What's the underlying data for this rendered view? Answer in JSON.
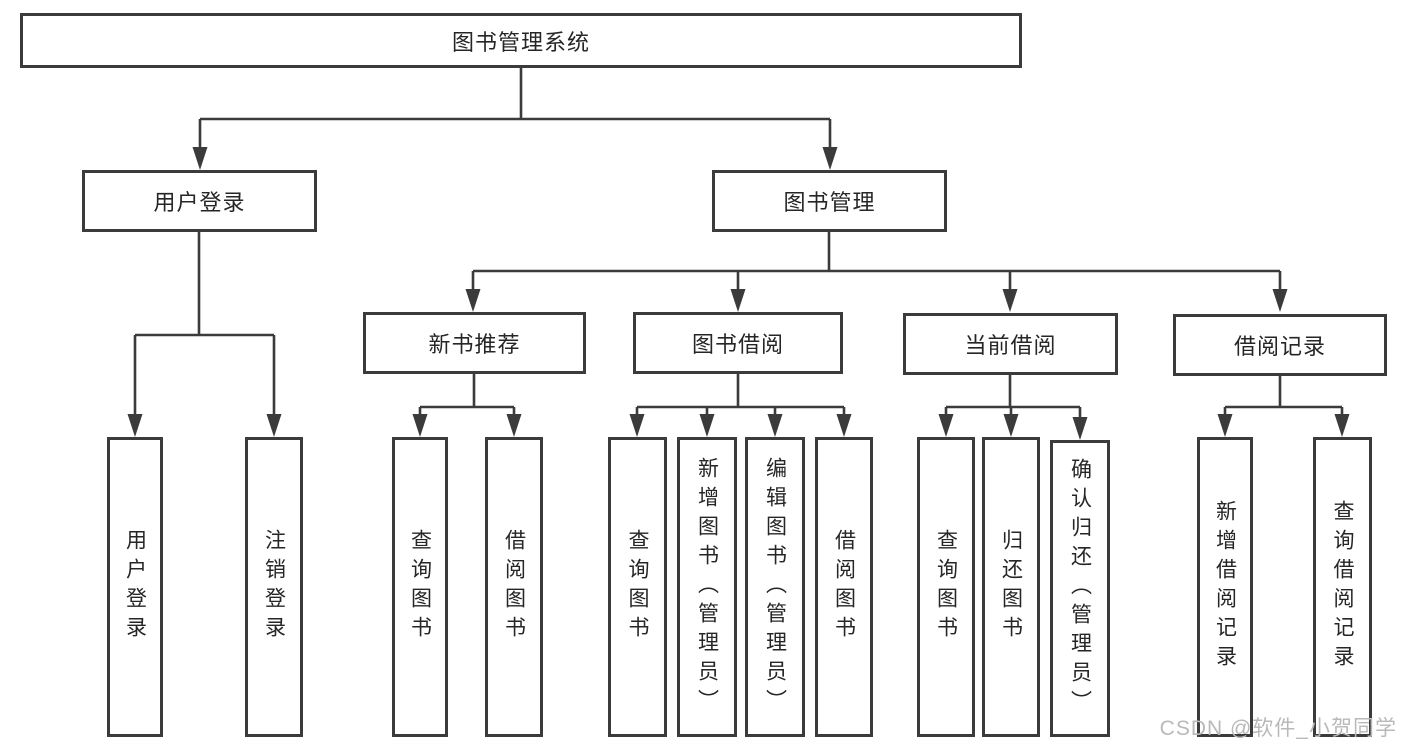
{
  "diagram": {
    "root": "图书管理系统",
    "level2": {
      "user_login": "用户登录",
      "book_mgmt": "图书管理"
    },
    "user_login_children": {
      "login": "用户登录",
      "logout": "注销登录"
    },
    "book_mgmt_children": {
      "new_rec": "新书推荐",
      "borrow": "图书借阅",
      "current": "当前借阅",
      "record": "借阅记录"
    },
    "new_rec_children": {
      "query": "查询图书",
      "borrow": "借阅图书"
    },
    "borrow_children": {
      "query": "查询图书",
      "add": "新增图书（管理员）",
      "edit": "编辑图书（管理员）",
      "borrow": "借阅图书"
    },
    "current_children": {
      "query": "查询图书",
      "return": "归还图书",
      "confirm": "确认归还（管理员）"
    },
    "record_children": {
      "add": "新增借阅记录",
      "query": "查询借阅记录"
    }
  },
  "watermark": "CSDN @软件_小贺同学",
  "colors": {
    "line": "#3b3b3b",
    "box_border": "#3b3b3b",
    "text": "#262626",
    "watermark": "#b9b9b9"
  }
}
